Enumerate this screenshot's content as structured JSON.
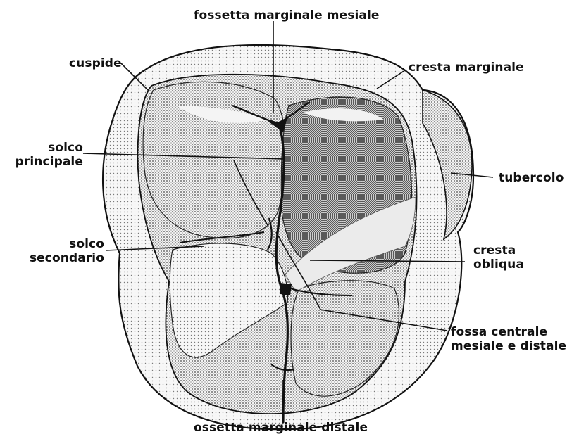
{
  "labels": {
    "fossetta_mesiale": "fossetta marginale mesiale",
    "cuspide": "cuspide",
    "cresta_marginale": "cresta marginale",
    "solco_principale_l1": "solco",
    "solco_principale_l2": "principale",
    "tubercolo": "tubercolo",
    "solco_secondario_l1": "solco",
    "solco_secondario_l2": "secondario",
    "cresta_obliqua_l1": "cresta",
    "cresta_obliqua_l2": "obliqua",
    "fossa_centrale_l1": "fossa centrale",
    "fossa_centrale_l2": "mesiale e distale",
    "fossetta_distale": "ossetta marginale distale"
  },
  "colors": {
    "ink": "#111111",
    "stipple_dark": "#3a3a3a",
    "stipple_mid": "#8a8a8a",
    "surface_light": "#e4e4e4",
    "background": "#ffffff"
  }
}
